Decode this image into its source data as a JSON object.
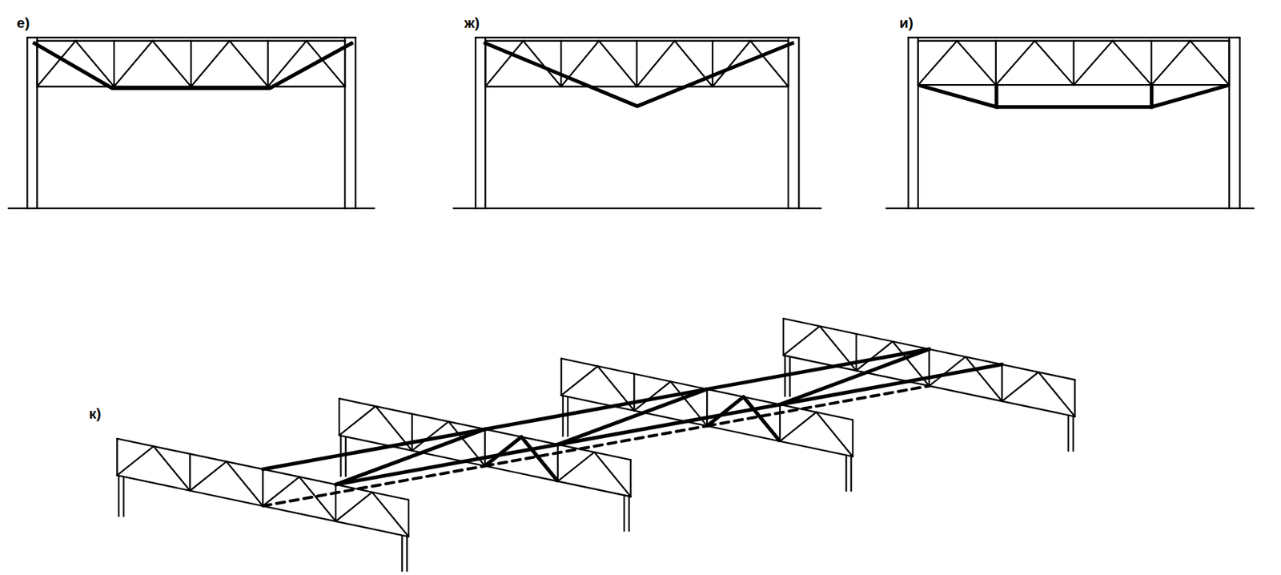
{
  "diagram": {
    "labels": [
      "е)",
      "ж)",
      "и)",
      "к)"
    ]
  }
}
